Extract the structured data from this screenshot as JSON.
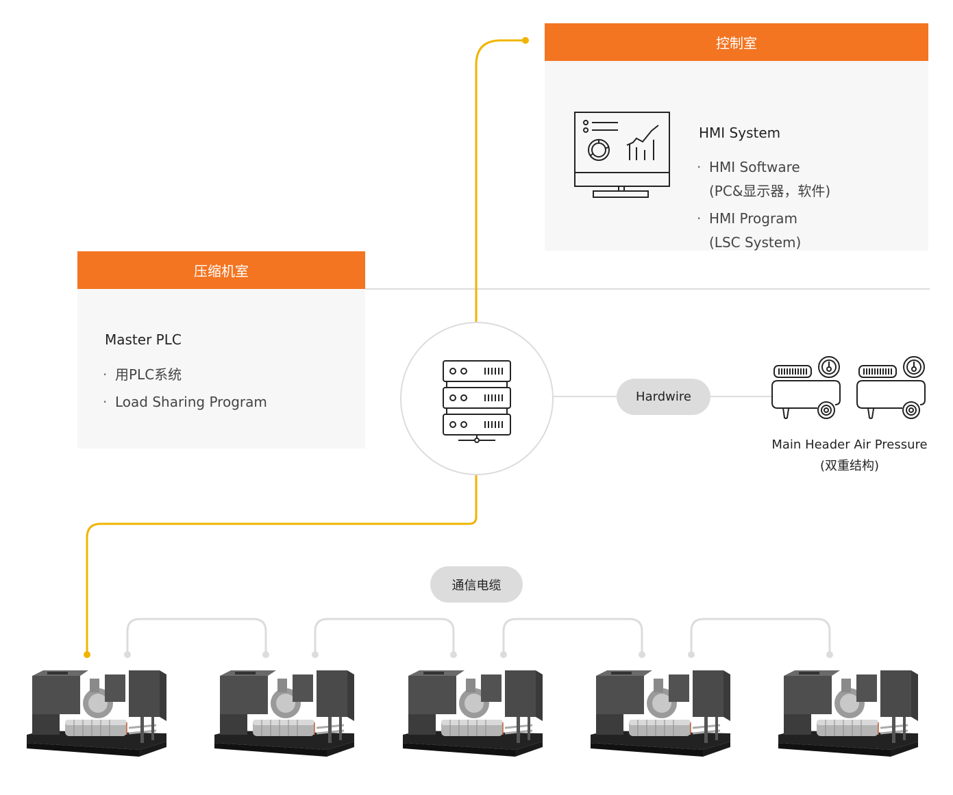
{
  "control_room": {
    "header": "控制室",
    "title": "HMI System",
    "items": [
      {
        "label": "HMI Software",
        "sub": "(PC&显示器，软件)"
      },
      {
        "label": "HMI Program",
        "sub": "(LSC System)"
      }
    ],
    "icon": "monitor-dashboard-icon"
  },
  "compressor_room": {
    "header": "压缩机室",
    "title": "Master PLC",
    "items": [
      {
        "label": "用PLC系统"
      },
      {
        "label": "Load Sharing Program"
      }
    ]
  },
  "hub": {
    "icon": "server-rack-icon"
  },
  "hardwire": {
    "label": "Hardwire",
    "icon": "air-compressor-icon",
    "caption_line1": "Main Header Air Pressure",
    "caption_line2": "(双重结构)"
  },
  "comm_cable": {
    "label": "通信电缆"
  },
  "machines": [
    {
      "name": "compressor-1"
    },
    {
      "name": "compressor-2"
    },
    {
      "name": "compressor-3"
    },
    {
      "name": "compressor-4"
    },
    {
      "name": "compressor-5"
    }
  ],
  "colors": {
    "accent_orange": "#f37421",
    "link_yellow": "#f0b400",
    "line_gray": "#dcdcdc",
    "panel_bg": "#f7f7f7"
  }
}
